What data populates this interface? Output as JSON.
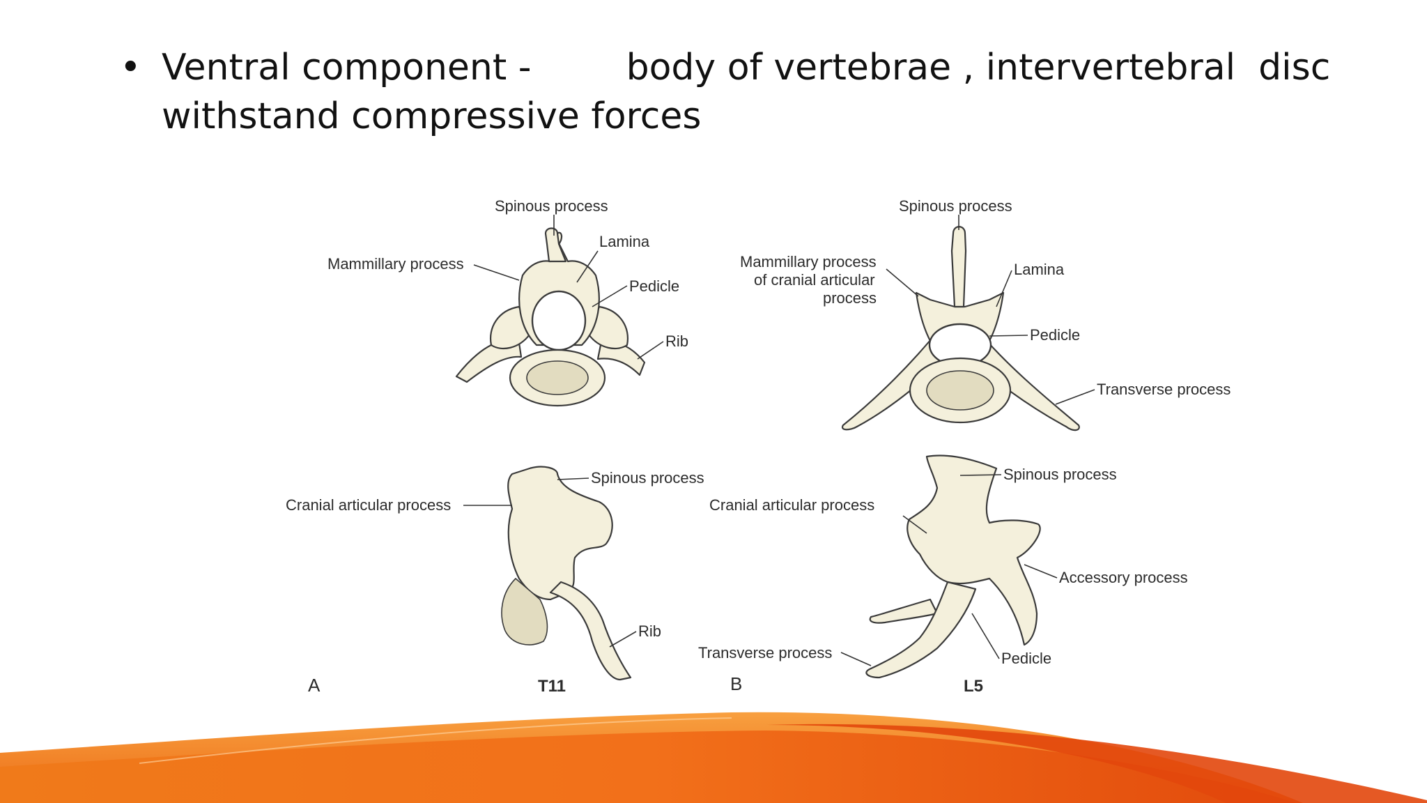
{
  "slide": {
    "bullet": "•",
    "line1_part1": "Ventral component -",
    "line1_part2": "body of vertebrae , intervertebral  disc",
    "line2": "withstand compressive forces"
  },
  "figure": {
    "panel_a": {
      "letter": "A",
      "vertebra": "T11",
      "top_labels": {
        "spinous": "Spinous process",
        "lamina": "Lamina",
        "mammillary": "Mammillary process",
        "pedicle": "Pedicle",
        "rib": "Rib"
      },
      "side_labels": {
        "spinous": "Spinous process",
        "cranial_articular": "Cranial articular process",
        "rib": "Rib"
      }
    },
    "panel_b": {
      "letter": "B",
      "vertebra": "L5",
      "top_labels": {
        "spinous": "Spinous process",
        "mammillary_1": "Mammillary process",
        "mammillary_2": "of cranial articular",
        "mammillary_3": "process",
        "lamina": "Lamina",
        "pedicle": "Pedicle",
        "transverse": "Transverse process"
      },
      "side_labels": {
        "spinous": "Spinous process",
        "cranial_articular": "Cranial articular process",
        "accessory": "Accessory process",
        "transverse": "Transverse process",
        "pedicle": "Pedicle"
      }
    }
  },
  "colors": {
    "bone": "#f4f0dc",
    "wave_dark": "#e8520f",
    "wave_light": "#f58a1f"
  }
}
